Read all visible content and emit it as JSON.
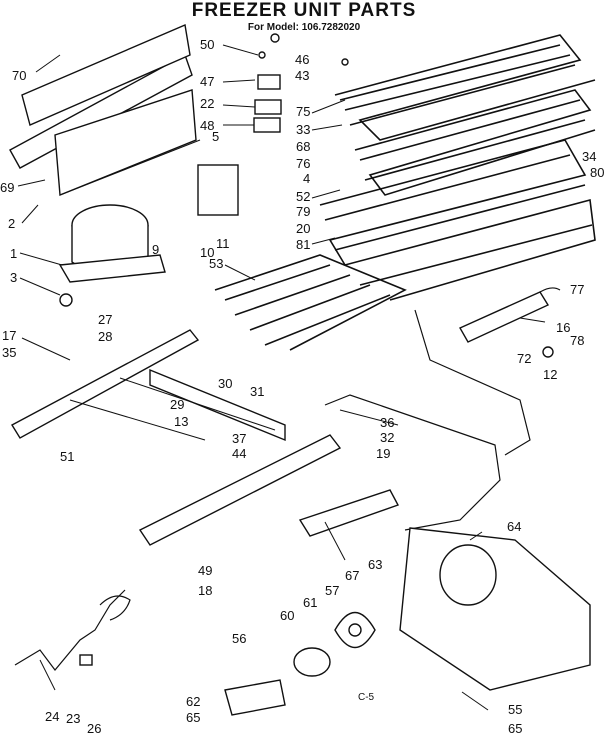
{
  "title": "FREEZER UNIT PARTS",
  "subtitle": "For Model: 106.7282020",
  "corner_mark": "C-5",
  "callouts": [
    "70",
    "69",
    "2",
    "1",
    "3",
    "17",
    "35",
    "50",
    "47",
    "22",
    "48",
    "46",
    "43",
    "75",
    "33",
    "68",
    "76",
    "5",
    "4",
    "52",
    "79",
    "20",
    "81",
    "34",
    "80",
    "9",
    "10",
    "11",
    "53",
    "27",
    "28",
    "30",
    "31",
    "29",
    "13",
    "37",
    "44",
    "36",
    "32",
    "19",
    "51",
    "16",
    "77",
    "78",
    "72",
    "12",
    "64",
    "67",
    "63",
    "57",
    "61",
    "60",
    "56",
    "49",
    "18",
    "62",
    "65",
    "24",
    "23",
    "26",
    "55"
  ]
}
